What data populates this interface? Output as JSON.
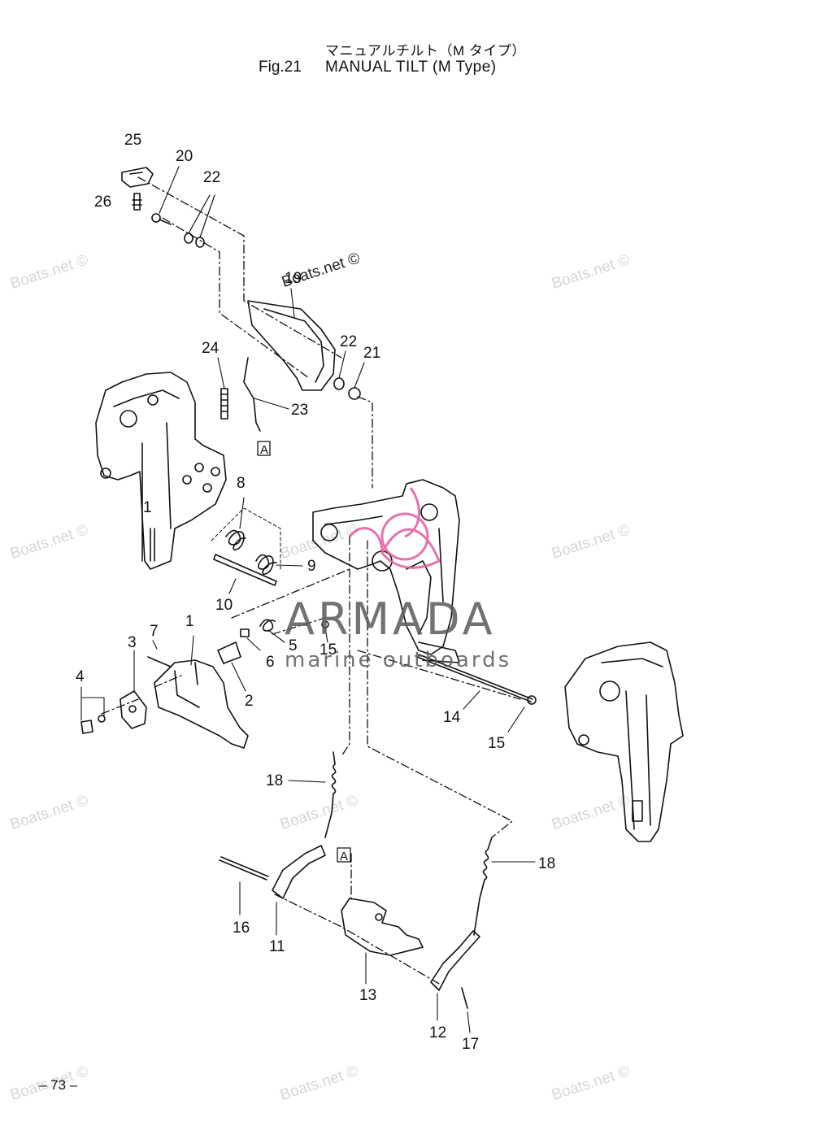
{
  "header": {
    "title_jp": "マニュアルチルト（M タイプ）",
    "fig_label": "Fig.21",
    "title_en": "MANUAL TILT (M Type)"
  },
  "footer": {
    "page_number": "– 73 –"
  },
  "watermark": {
    "text": "Boats.net ©",
    "color": "#d6d6d6"
  },
  "overlay_logo": {
    "name": "ARMADA",
    "tagline": "marine outboards",
    "accent": "#e05aa0",
    "text_color": "#5a5a5a"
  },
  "callouts": {
    "c25": "25",
    "c20": "20",
    "c22a": "22",
    "c26": "26",
    "c19": "19",
    "c22b": "22",
    "c21": "21",
    "c24": "24",
    "c23": "23",
    "boxA1": "A",
    "c8": "8",
    "c9": "9",
    "c10": "10",
    "c5": "5",
    "c15a": "15",
    "c6": "6",
    "c7": "7",
    "c1": "1",
    "c3": "3",
    "c4": "4",
    "c2": "2",
    "c14": "14",
    "c15b": "15",
    "c18a": "18",
    "c18b": "18",
    "boxA2": "A",
    "c16": "16",
    "c11": "11",
    "c13": "13",
    "c12": "12",
    "c17": "17",
    "c1b": "1"
  }
}
